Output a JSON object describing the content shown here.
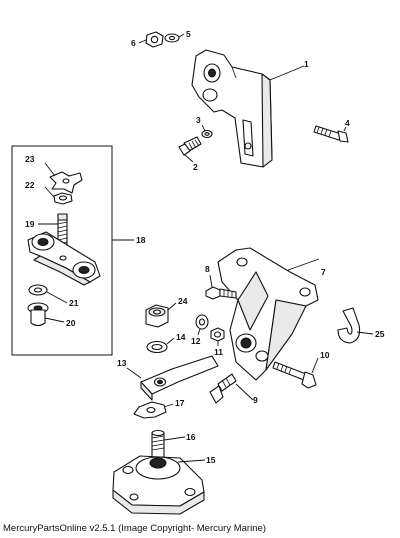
{
  "callouts": {
    "c1": "1",
    "c2": "2",
    "c3": "3",
    "c4": "4",
    "c5": "5",
    "c6": "6",
    "c7": "7",
    "c8": "8",
    "c9": "9",
    "c10": "10",
    "c11": "11",
    "c12": "12",
    "c13": "13",
    "c14": "14",
    "c15": "15",
    "c16": "16",
    "c17": "17",
    "c18": "18",
    "c19": "19",
    "c20": "20",
    "c21": "21",
    "c22": "22",
    "c23": "23",
    "c24": "24",
    "c25": "25"
  },
  "caption": "MercuryPartsOnline v2.5.1 (Image Copyright- Mercury Marine)"
}
